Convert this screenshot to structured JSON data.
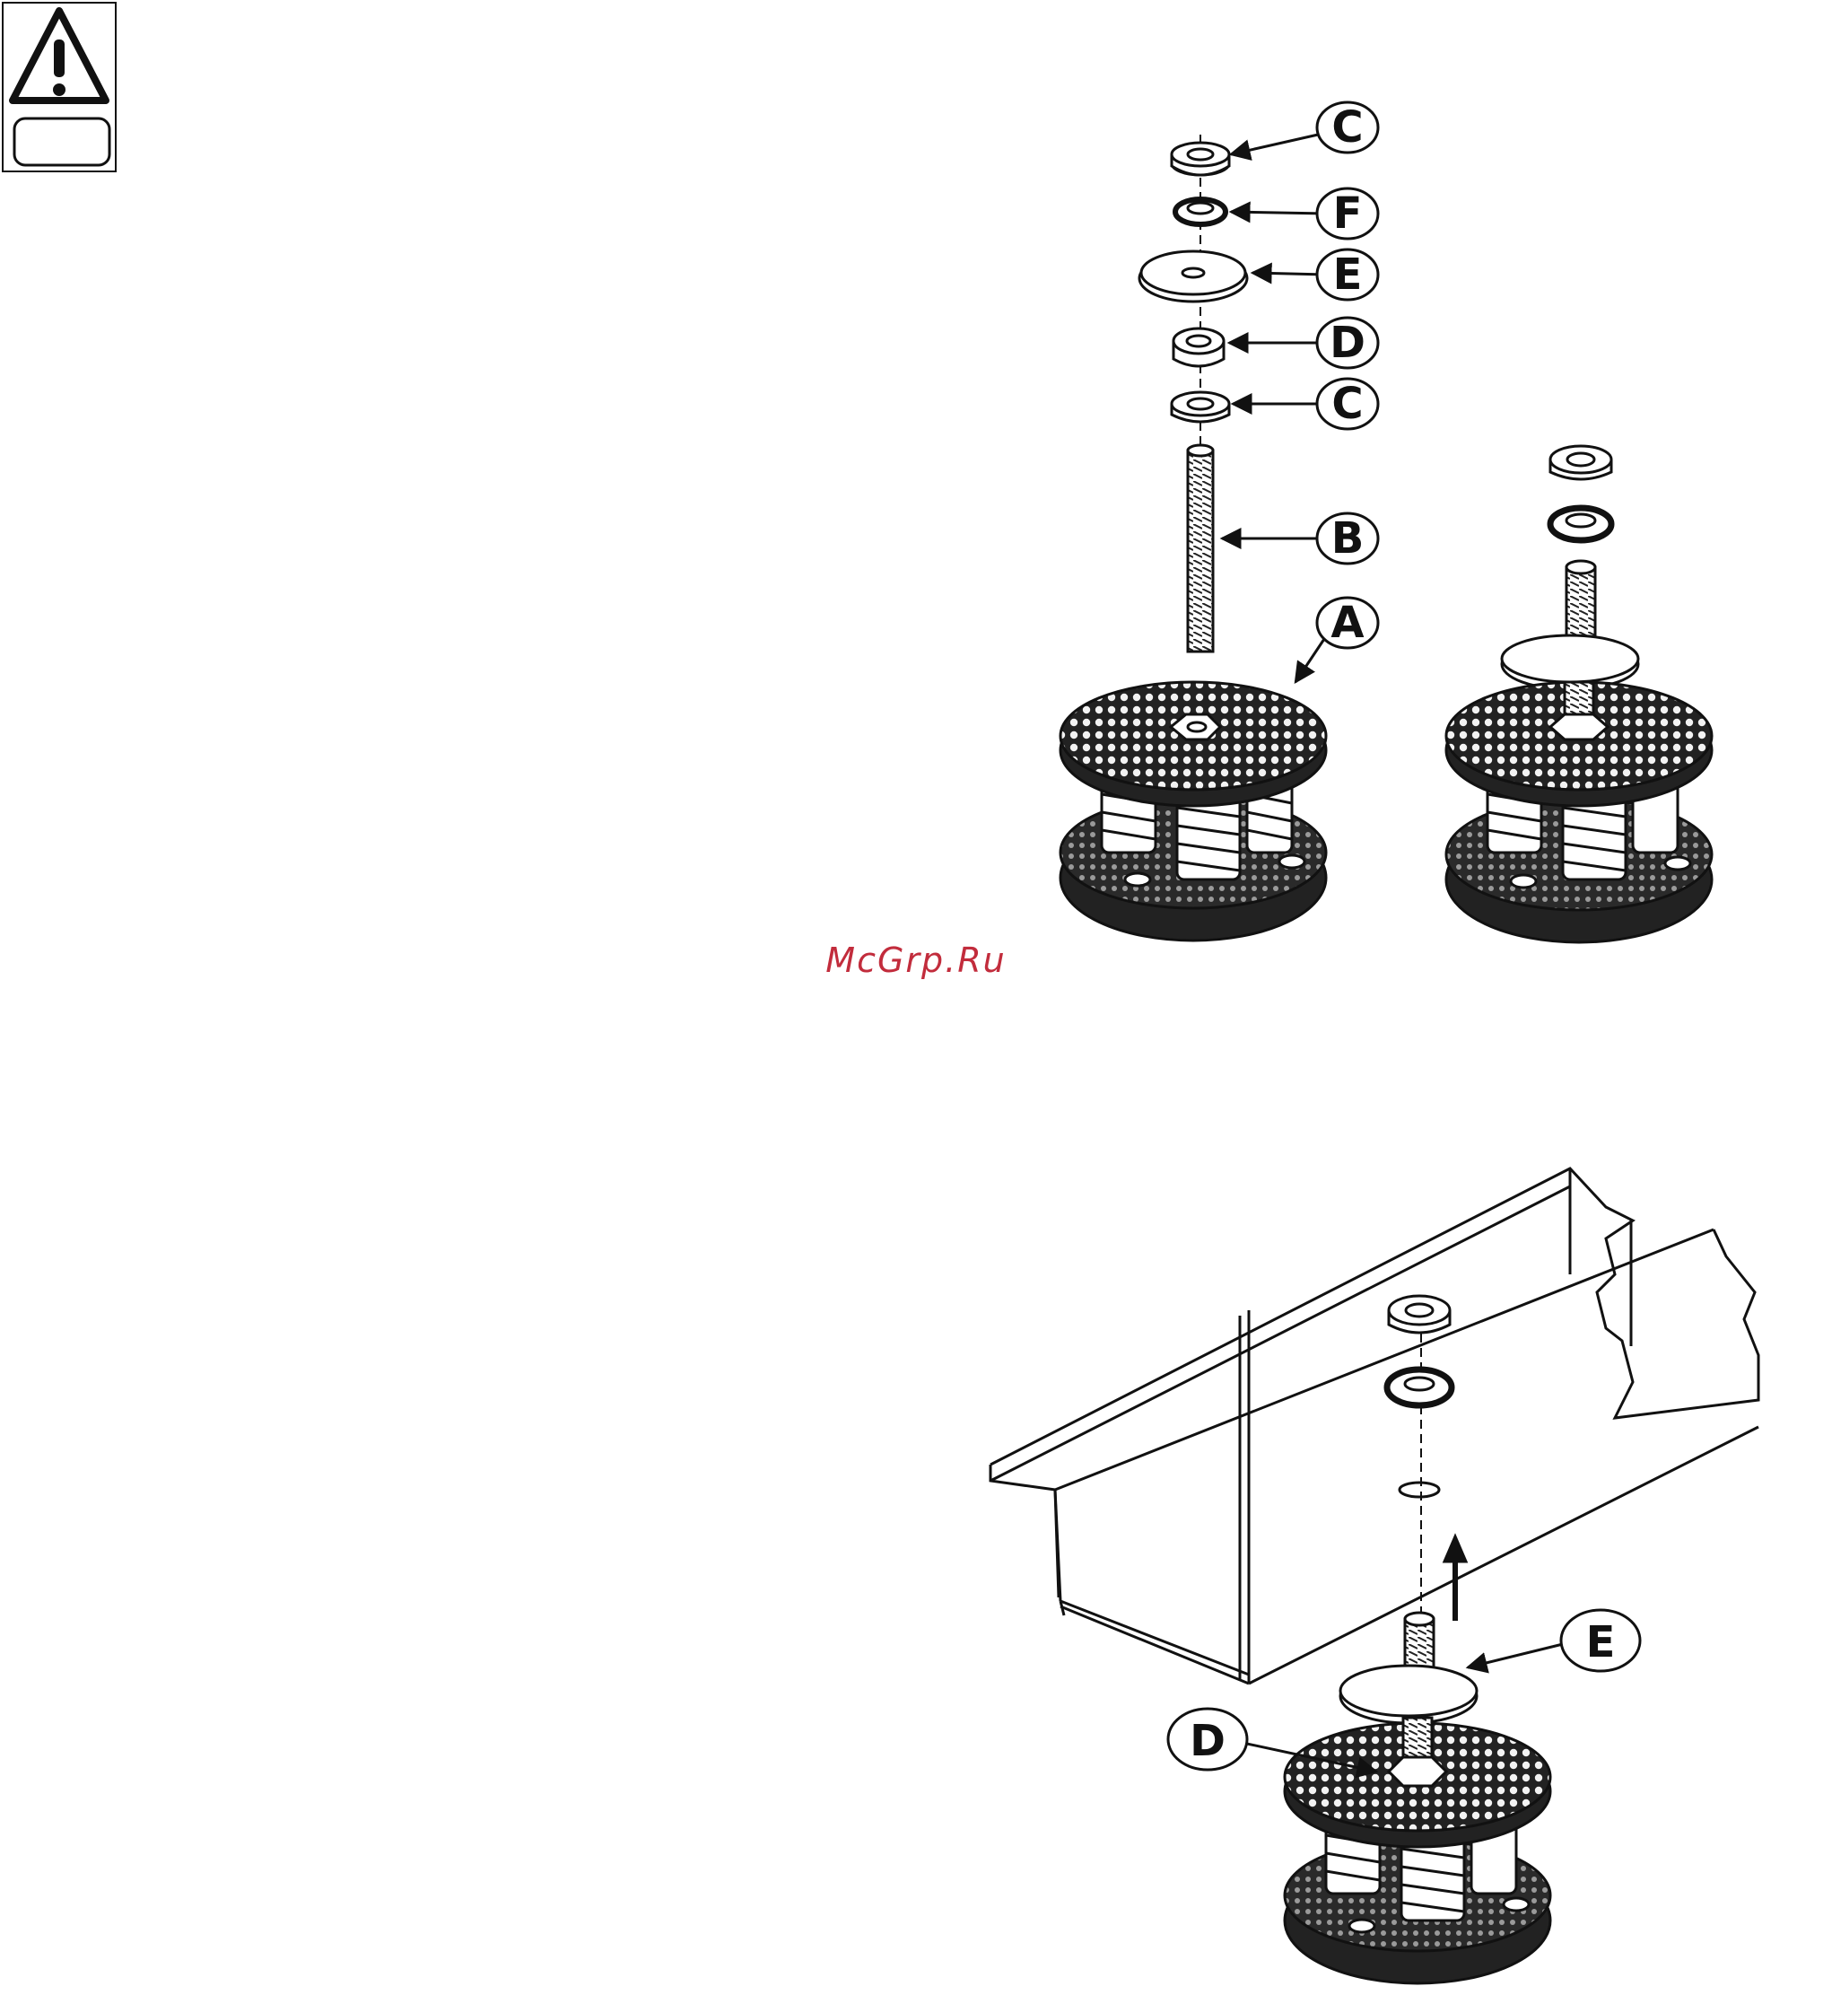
{
  "warning": {
    "icon": "warning-triangle-icon"
  },
  "watermark": "McGrp.Ru",
  "figure1": {
    "callouts": [
      "C",
      "F",
      "E",
      "D",
      "C",
      "B",
      "A"
    ]
  },
  "figure2": {
    "callouts": [
      "E",
      "D"
    ]
  }
}
